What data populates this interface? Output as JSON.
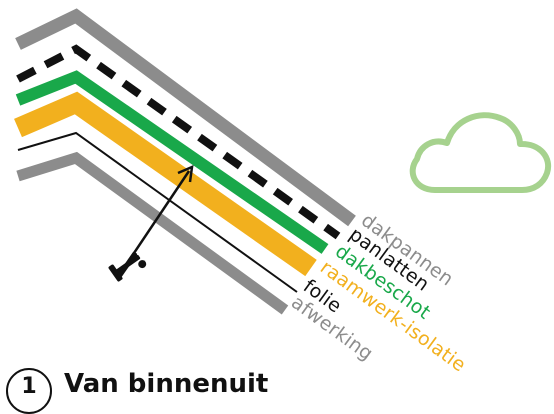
{
  "layers": [
    {
      "id": "dakpannen",
      "label": "dakpannen",
      "color": "#8c8c8c"
    },
    {
      "id": "panlatten",
      "label": "panlatten",
      "color": "#111111"
    },
    {
      "id": "dakbeschot",
      "label": "dakbeschot",
      "color": "#19a84a"
    },
    {
      "id": "raamwerk-isolatie",
      "label": "raamwerk-isolatie",
      "color": "#f2b01e"
    },
    {
      "id": "folie",
      "label": "folie",
      "color": "#111111"
    },
    {
      "id": "afwerking",
      "label": "afwerking",
      "color": "#8c8c8c"
    }
  ],
  "cloud_color": "#a6d28e",
  "step": {
    "number": "1",
    "title": "Van binnenuit"
  }
}
